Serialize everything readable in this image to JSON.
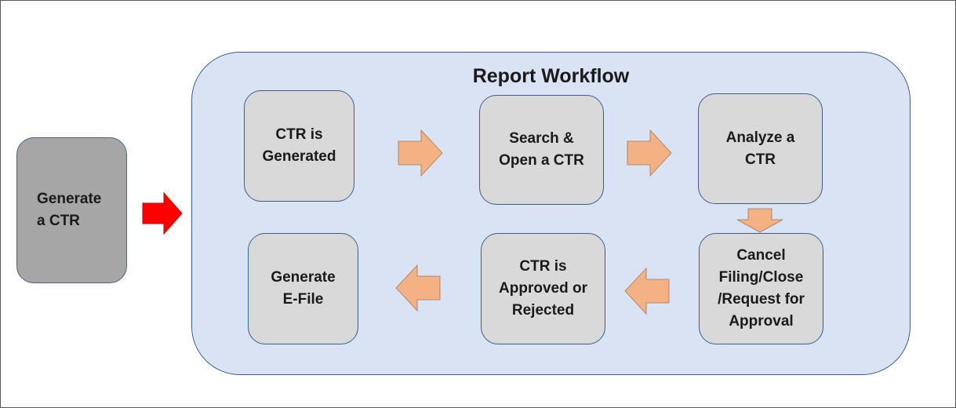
{
  "diagram": {
    "title": "Report Workflow",
    "start_node": {
      "label": "Generate\na CTR"
    },
    "nodes": [
      {
        "label": "CTR is\nGenerated"
      },
      {
        "label": "Search &\nOpen a CTR"
      },
      {
        "label": "Analyze a\nCTR"
      },
      {
        "label": "Cancel\nFiling/Close\n/Request for\nApproval"
      },
      {
        "label": "CTR is\nApproved or\nRejected"
      },
      {
        "label": "Generate\nE-File"
      }
    ],
    "colors": {
      "container_fill": "#dae3f3",
      "node_fill": "#d9d9d9",
      "start_fill": "#a6a6a6",
      "step_arrow": "#f4b183",
      "entry_arrow": "#ff0000"
    }
  }
}
